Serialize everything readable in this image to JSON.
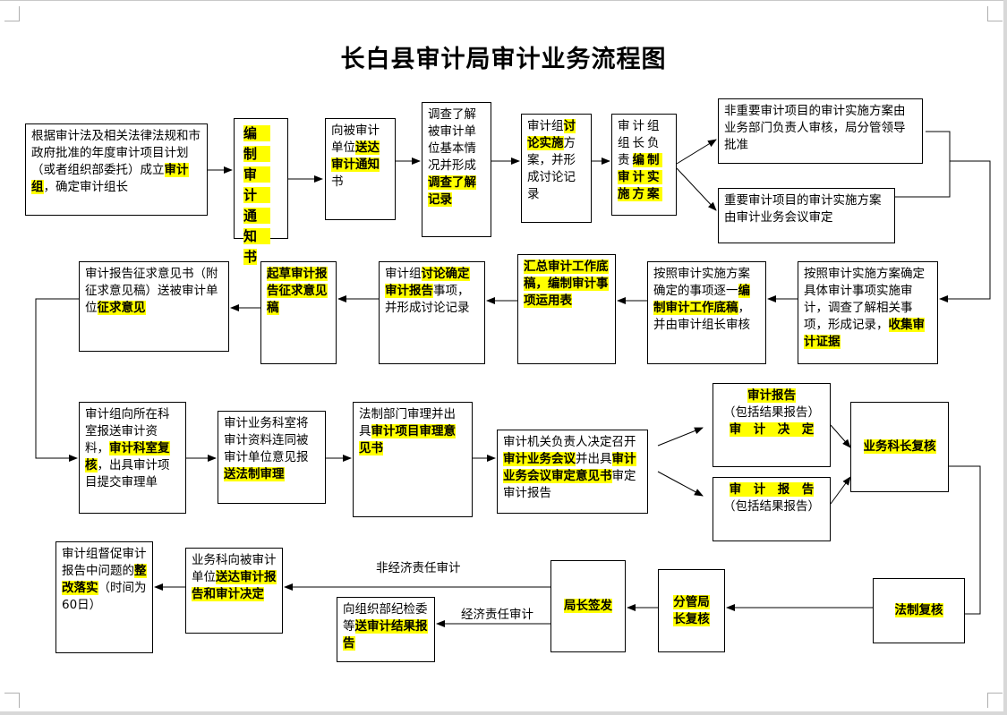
{
  "title": "长白县审计局审计业务流程图",
  "boxes": [
    {
      "id": "b1",
      "parts": [
        [
          "根据审计法及相关法律法规和市政府批准的年度审计项目计划（或者组织部委托）成立",
          0
        ],
        [
          "审计组",
          1
        ],
        [
          "，确定审计组长",
          0
        ]
      ]
    },
    {
      "id": "b2",
      "parts": [
        [
          "编　制　审　计　通　知　书",
          1
        ]
      ]
    },
    {
      "id": "b3",
      "parts": [
        [
          "向被审计单位",
          0
        ],
        [
          "送达审计通知",
          1
        ],
        [
          "书",
          0
        ]
      ]
    },
    {
      "id": "b4",
      "parts": [
        [
          "调查了解被审计单位基本情况并形成",
          0
        ],
        [
          "调查了解记录",
          1
        ]
      ]
    },
    {
      "id": "b5",
      "parts": [
        [
          "审计组",
          0
        ],
        [
          "讨论实施",
          1
        ],
        [
          "方案，并形成讨论记录",
          0
        ]
      ]
    },
    {
      "id": "b6",
      "parts": [
        [
          "审计组组长负责",
          0
        ],
        [
          "编制审计实施方案",
          1
        ]
      ]
    },
    {
      "id": "b7",
      "parts": [
        [
          "非重要审计项目的审计实施方案由业务部门负责人审核，局分管领导批准",
          0
        ]
      ]
    },
    {
      "id": "b8",
      "parts": [
        [
          "重要审计项目的审计实施方案由审计业务会议审定",
          0
        ]
      ]
    },
    {
      "id": "b9",
      "parts": [
        [
          "按照审计实施方案确定具体审计事项实施审计，调查了解相关事项，形成记录，",
          0
        ],
        [
          "收集审计证据",
          1
        ]
      ]
    },
    {
      "id": "b10",
      "parts": [
        [
          "按照审计实施方案确定的事项逐一",
          0
        ],
        [
          "编制审计工作底稿",
          1
        ],
        [
          "，并由审计组长审核",
          0
        ]
      ]
    },
    {
      "id": "b11",
      "parts": [
        [
          "汇总审计工作底稿，编制审计事项运用表",
          1
        ]
      ]
    },
    {
      "id": "b12",
      "parts": [
        [
          "审计组",
          0
        ],
        [
          "讨论确定审计报告",
          1
        ],
        [
          "事项，并形成讨论记录",
          0
        ]
      ]
    },
    {
      "id": "b13",
      "parts": [
        [
          "起草审计报告征求意见稿",
          1
        ]
      ]
    },
    {
      "id": "b14",
      "parts": [
        [
          "审计报告征求意见书（附征求意见稿）送被审计单位",
          0
        ],
        [
          "征求意见",
          1
        ]
      ]
    },
    {
      "id": "b15",
      "parts": [
        [
          "审计组向所在科室报送审计资料，",
          0
        ],
        [
          "审计科室复核",
          1
        ],
        [
          "，出具审计项目提交审理单",
          0
        ]
      ]
    },
    {
      "id": "b16",
      "parts": [
        [
          "审计业务科室将审计资料连同被审计单位意见报",
          0
        ],
        [
          "送法制审理",
          1
        ]
      ]
    },
    {
      "id": "b17",
      "parts": [
        [
          "法制部门审理并出具",
          0
        ],
        [
          "审计项目审理意见书",
          1
        ]
      ]
    },
    {
      "id": "b18",
      "parts": [
        [
          "审计机关负责人决定召开",
          0
        ],
        [
          "审计业务会议",
          1
        ],
        [
          "并出具",
          0
        ],
        [
          "审计业务会议审定意见书",
          1
        ],
        [
          "审定审计报告",
          0
        ]
      ]
    },
    {
      "id": "b19",
      "parts": [
        [
          "审计报告",
          1
        ],
        [
          "\n（包括结果报告）\n",
          0
        ],
        [
          "审　计　决　定",
          1
        ]
      ]
    },
    {
      "id": "b20",
      "parts": [
        [
          "审　计　报　告",
          1
        ],
        [
          "\n（包括结果报告）",
          0
        ]
      ]
    },
    {
      "id": "b21",
      "parts": [
        [
          "业务科长复核",
          1
        ]
      ]
    },
    {
      "id": "b22",
      "parts": [
        [
          "法制复核",
          1
        ]
      ]
    },
    {
      "id": "b23",
      "parts": [
        [
          "分管局长复核",
          1
        ]
      ]
    },
    {
      "id": "b24",
      "parts": [
        [
          "局长签发",
          1
        ]
      ]
    },
    {
      "id": "b25",
      "parts": [
        [
          "向组织部纪检委等",
          0
        ],
        [
          "送审计结果报告",
          1
        ]
      ]
    },
    {
      "id": "b26",
      "parts": [
        [
          "业务科向被审计单位",
          0
        ],
        [
          "送达审计报告和审计决定",
          1
        ]
      ]
    },
    {
      "id": "b27",
      "parts": [
        [
          "审计组督促审计报告中问题的",
          0
        ],
        [
          "整改落实",
          1
        ],
        [
          "（时间为60日）",
          0
        ]
      ]
    }
  ],
  "labels": {
    "non_economic": "非经济责任审计",
    "economic": "经济责任审计"
  }
}
